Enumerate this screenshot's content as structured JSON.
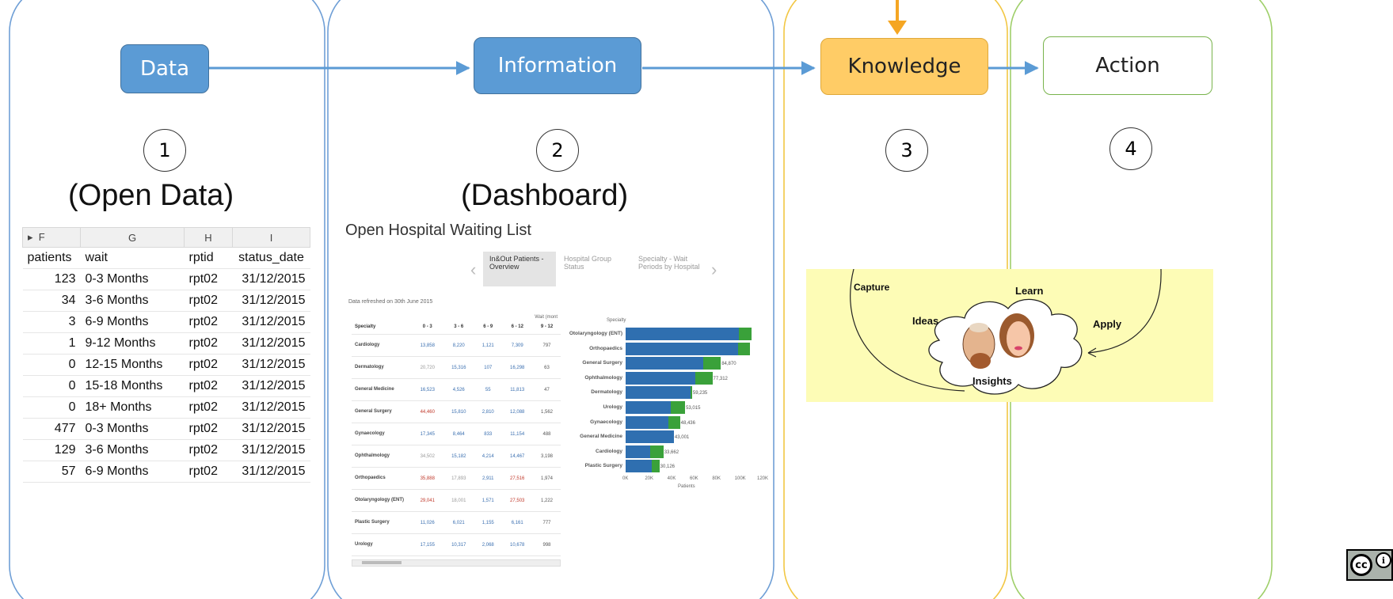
{
  "stages": {
    "data": "Data",
    "information": "Information",
    "knowledge": "Knowledge",
    "action": "Action"
  },
  "steps": [
    "1",
    "2",
    "3",
    "4"
  ],
  "captions": {
    "open_data": "(Open Data)",
    "dashboard": "(Dashboard)"
  },
  "colors": {
    "data_fill": "#5b9bd5",
    "knowledge_fill": "#ffcc66",
    "arrow": "#5b9bd5",
    "accent_arrow": "#f5a623",
    "panel_blue_border": "#6f9fd6",
    "panel_yellow_border": "#f2c744",
    "panel_green_border": "#9fcf6a"
  },
  "spreadsheet": {
    "col_letters": [
      "F",
      "G",
      "H",
      "I"
    ],
    "headers": [
      "patients",
      "wait",
      "rptid",
      "status_date"
    ],
    "rows": [
      [
        "123",
        "0-3 Months",
        "rpt02",
        "31/12/2015"
      ],
      [
        "34",
        "3-6 Months",
        "rpt02",
        "31/12/2015"
      ],
      [
        "3",
        "6-9 Months",
        "rpt02",
        "31/12/2015"
      ],
      [
        "1",
        "9-12 Months",
        "rpt02",
        "31/12/2015"
      ],
      [
        "0",
        "12-15 Months",
        "rpt02",
        "31/12/2015"
      ],
      [
        "0",
        "15-18 Months",
        "rpt02",
        "31/12/2015"
      ],
      [
        "0",
        "18+ Months",
        "rpt02",
        "31/12/2015"
      ],
      [
        "477",
        "0-3 Months",
        "rpt02",
        "31/12/2015"
      ],
      [
        "129",
        "3-6 Months",
        "rpt02",
        "31/12/2015"
      ],
      [
        "57",
        "6-9 Months",
        "rpt02",
        "31/12/2015"
      ]
    ]
  },
  "dashboard": {
    "title": "Open Hospital Waiting List",
    "tabs": [
      "In&Out Patients - Overview",
      "Hospital Group Status",
      "Specialty - Wait Periods by Hospital"
    ],
    "refreshed": "Data refreshed on 30th June 2015",
    "table": {
      "wait_header": "Wait (mont",
      "headers": [
        "Specialty",
        "0 - 3",
        "3 - 6",
        "6 - 9",
        "6 - 12",
        "9 - 12"
      ],
      "rows": [
        [
          "Cardiology",
          "13,858",
          "8,220",
          "1,121",
          "7,309",
          "797"
        ],
        [
          "Dermatology",
          "20,720",
          "15,316",
          "107",
          "16,298",
          "63"
        ],
        [
          "General Medicine",
          "16,523",
          "4,526",
          "55",
          "11,813",
          "47"
        ],
        [
          "General Surgery",
          "44,460",
          "15,810",
          "2,810",
          "12,088",
          "1,562"
        ],
        [
          "Gynaecology",
          "17,345",
          "8,464",
          "833",
          "11,154",
          "488"
        ],
        [
          "Ophthalmology",
          "34,502",
          "15,182",
          "4,214",
          "14,467",
          "3,198"
        ],
        [
          "Orthopaedics",
          "35,888",
          "17,893",
          "2,911",
          "27,516",
          "1,974"
        ],
        [
          "Otolaryngology (ENT)",
          "29,041",
          "18,001",
          "1,571",
          "27,503",
          "1,222"
        ],
        [
          "Plastic Surgery",
          "11,026",
          "6,021",
          "1,155",
          "6,161",
          "777"
        ],
        [
          "Urology",
          "17,155",
          "10,317",
          "2,068",
          "10,678",
          "998"
        ]
      ]
    },
    "bar_chart": {
      "type": "bar",
      "axis_title_y": "Specialty",
      "xlabel": "Patients",
      "xticks": [
        "0K",
        "20K",
        "40K",
        "60K",
        "80K",
        "100K",
        "120K"
      ],
      "xlim": [
        0,
        120000
      ],
      "categories": [
        "Otolaryngology (ENT)",
        "Orthopaedics",
        "General Surgery",
        "Ophthalmology",
        "Dermatology",
        "Urology",
        "Gynaecology",
        "General Medicine",
        "Cardiology",
        "Plastic Surgery"
      ],
      "series": [
        {
          "values": [
            101000,
            100000,
            69000,
            62000,
            58000,
            40000,
            38000,
            43000,
            22000,
            23000
          ]
        },
        {
          "values": [
            112000,
            111000,
            84870,
            77312,
            59235,
            53015,
            48436,
            43001,
            33662,
            30126
          ]
        }
      ],
      "labels": [
        "",
        "",
        "84,870",
        "77,312",
        "59,235",
        "53,015",
        "48,436",
        "43,001",
        "33,662",
        "30,126"
      ]
    }
  },
  "knowledge_graphic": {
    "labels": [
      "Capture",
      "Learn",
      "Ideas",
      "Apply",
      "Insights"
    ]
  },
  "license_badge": {
    "cc": "cc",
    "by": "i"
  }
}
